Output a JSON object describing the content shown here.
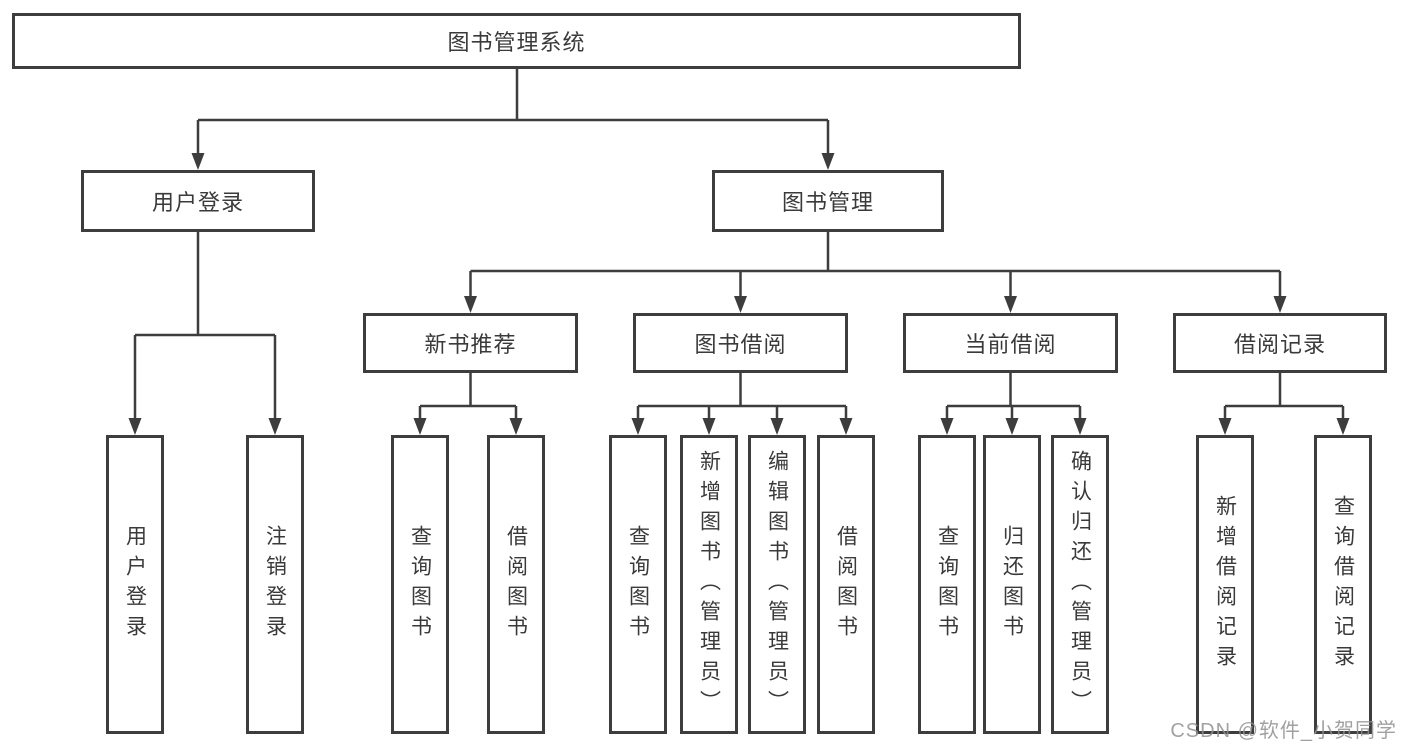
{
  "colors": {
    "line": "#3d3d3d",
    "box_border": "#3d3d3d",
    "text": "#3a3a3a",
    "background": "#ffffff",
    "watermark": "#919191"
  },
  "tree": {
    "root": {
      "label": "图书管理系统",
      "children": [
        {
          "label": "用户登录",
          "children": [
            {
              "label": "用户登录"
            },
            {
              "label": "注销登录"
            }
          ]
        },
        {
          "label": "图书管理",
          "children": [
            {
              "label": "新书推荐",
              "children": [
                {
                  "label": "查询图书"
                },
                {
                  "label": "借阅图书"
                }
              ]
            },
            {
              "label": "图书借阅",
              "children": [
                {
                  "label": "查询图书"
                },
                {
                  "label": "新增图书（管理员）"
                },
                {
                  "label": "编辑图书（管理员）"
                },
                {
                  "label": "借阅图书"
                }
              ]
            },
            {
              "label": "当前借阅",
              "children": [
                {
                  "label": "查询图书"
                },
                {
                  "label": "归还图书"
                },
                {
                  "label": "确认归还（管理员）"
                }
              ]
            },
            {
              "label": "借阅记录",
              "children": [
                {
                  "label": "新增借阅记录"
                },
                {
                  "label": "查询借阅记录"
                }
              ]
            }
          ]
        }
      ]
    }
  },
  "watermark": {
    "text": "CSDN @软件_小贺同学"
  }
}
